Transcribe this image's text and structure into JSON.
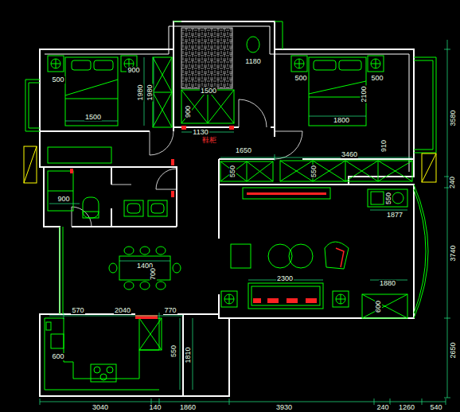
{
  "diagram": {
    "labels": [
      "500",
      "900",
      "1980",
      "1980",
      "1500",
      "1500",
      "900",
      "1130",
      "鞋柜",
      "1180",
      "500",
      "500",
      "2100",
      "1800",
      "910",
      "1650",
      "3460",
      "550",
      "550",
      "900",
      "550",
      "1877",
      "1400",
      "700",
      "2300",
      "1880",
      "600",
      "570",
      "2040",
      "770",
      "550",
      "1810",
      "600",
      "3580",
      "240",
      "3740",
      "2650",
      "3040",
      "140",
      "1860",
      "3930",
      "240",
      "1260",
      "540"
    ]
  }
}
